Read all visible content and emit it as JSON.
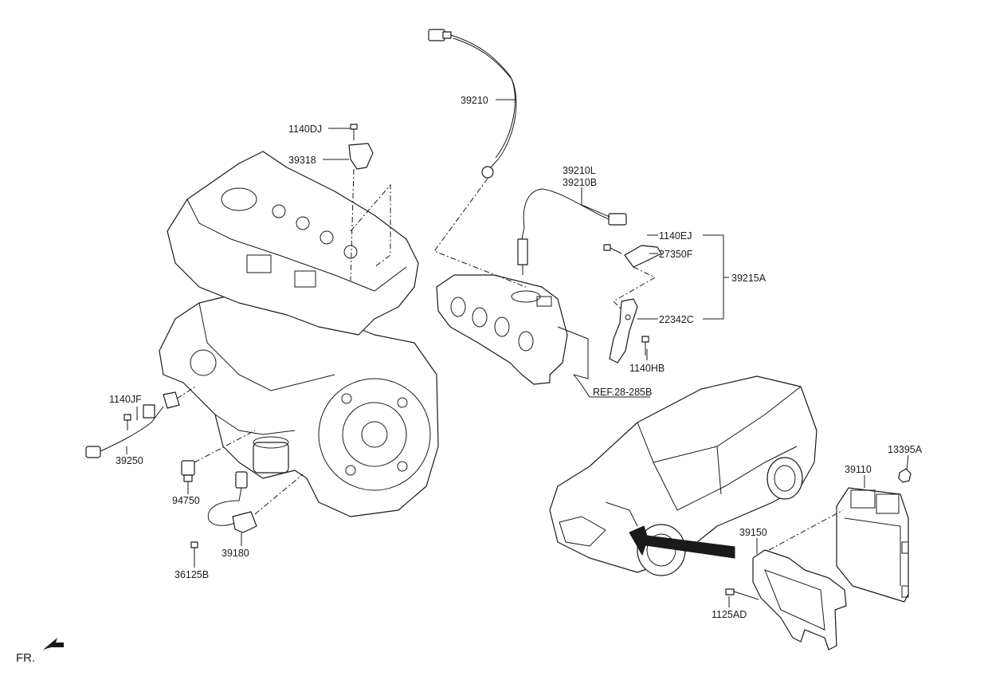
{
  "labels": {
    "p39210": "39210",
    "p1140DJ": "1140DJ",
    "p39318": "39318",
    "p39210L": "39210L",
    "p39210B": "39210B",
    "p1140EJ": "1140EJ",
    "p27350F": "27350F",
    "p39215A": "39215A",
    "p22342C": "22342C",
    "p1140HB": "1140HB",
    "ref": "REF.28-285B",
    "p1140JF": "1140JF",
    "p39250": "39250",
    "p94750": "94750",
    "p39180": "39180",
    "p36125B": "36125B",
    "p13395A": "13395A",
    "p39110": "39110",
    "p39150": "39150",
    "p1125AD": "1125AD",
    "fr": "FR."
  },
  "colors": {
    "line": "#1a1a1a",
    "background": "#ffffff"
  }
}
